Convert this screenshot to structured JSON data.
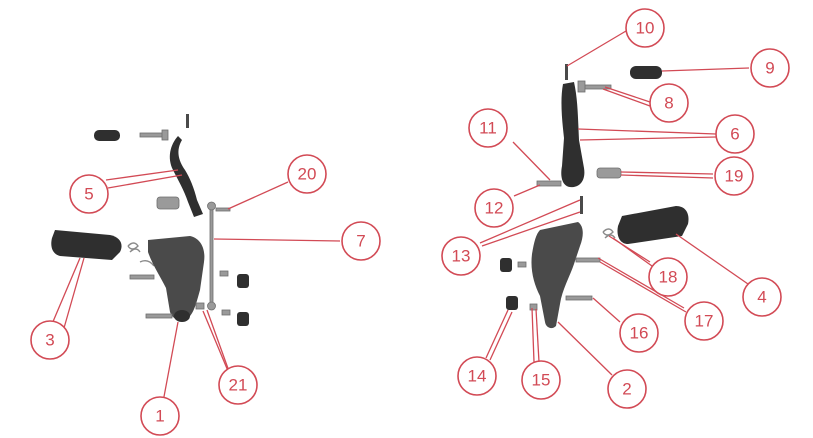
{
  "diagram": {
    "callouts": [
      {
        "id": "1",
        "label": "1"
      },
      {
        "id": "2",
        "label": "2"
      },
      {
        "id": "3",
        "label": "3"
      },
      {
        "id": "4",
        "label": "4"
      },
      {
        "id": "5",
        "label": "5"
      },
      {
        "id": "6",
        "label": "6"
      },
      {
        "id": "7",
        "label": "7"
      },
      {
        "id": "8",
        "label": "8"
      },
      {
        "id": "9",
        "label": "9"
      },
      {
        "id": "10",
        "label": "10"
      },
      {
        "id": "11",
        "label": "11"
      },
      {
        "id": "12",
        "label": "12"
      },
      {
        "id": "13",
        "label": "13"
      },
      {
        "id": "14",
        "label": "14"
      },
      {
        "id": "15",
        "label": "15"
      },
      {
        "id": "16",
        "label": "16"
      },
      {
        "id": "17",
        "label": "17"
      },
      {
        "id": "18",
        "label": "18"
      },
      {
        "id": "19",
        "label": "19"
      },
      {
        "id": "20",
        "label": "20"
      },
      {
        "id": "21",
        "label": "21"
      }
    ],
    "colors": {
      "callout": "#d24a55",
      "part_dark": "#2f2f2f",
      "part_steel": "#9a9a9a"
    }
  }
}
